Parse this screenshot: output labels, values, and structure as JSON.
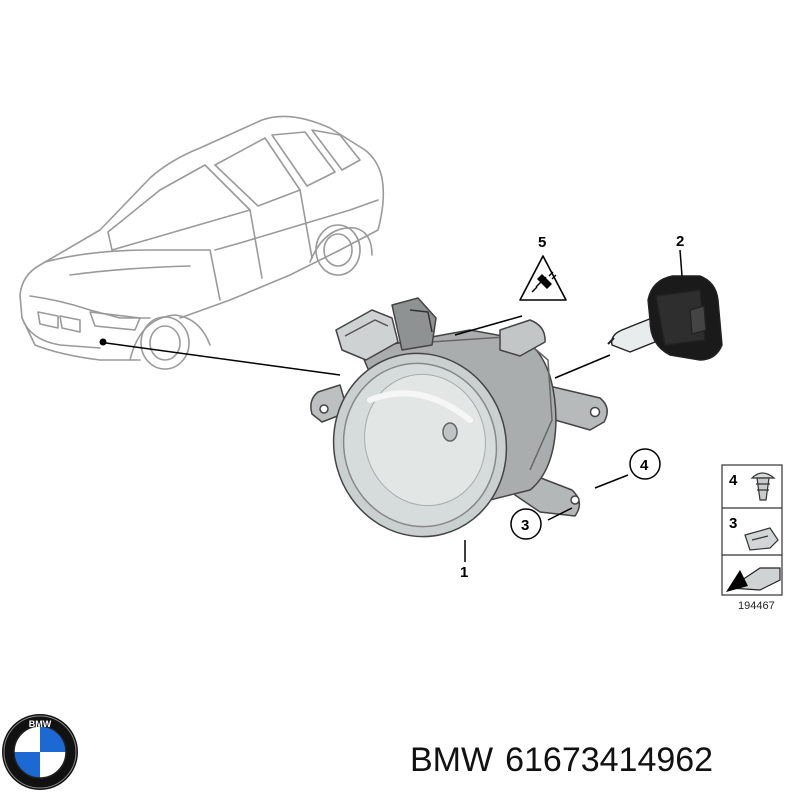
{
  "diagram": {
    "callouts": {
      "c1": "1",
      "c2": "2",
      "c3": "3",
      "c4": "4",
      "c5": "5"
    },
    "legend": {
      "row4": "4",
      "row3": "3",
      "image_number": "194467"
    }
  },
  "listing": {
    "brand": "BMW",
    "part_number": "61673414962"
  },
  "logo": {
    "letters": "BMW",
    "colors": {
      "blue": "#1c69d4",
      "ring": "#111111",
      "white": "#ffffff"
    }
  }
}
